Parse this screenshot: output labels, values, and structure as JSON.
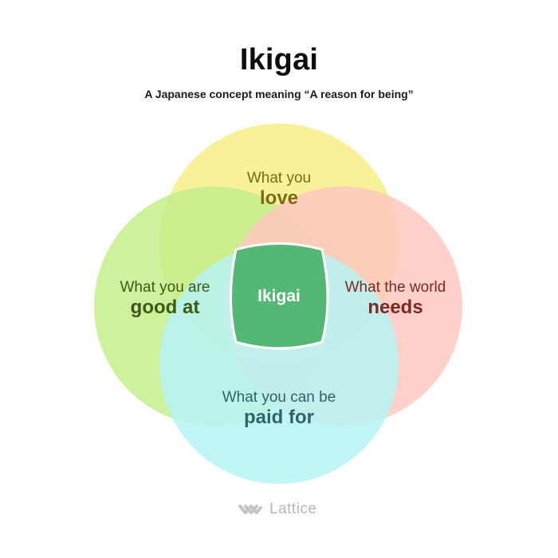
{
  "header": {
    "title": "Ikigai",
    "subtitle": "A Japanese concept meaning “A reason for being”"
  },
  "circles": {
    "love": {
      "line1": "What you",
      "line2": "love",
      "color": "#f7ee88",
      "text_color": "#7b6a12"
    },
    "good_at": {
      "line1": "What you are",
      "line2": "good at",
      "color": "#c6ef8d",
      "text_color": "#3b5a16"
    },
    "needs": {
      "line1": "What the world",
      "line2": "needs",
      "color": "#ffc9c0",
      "text_color": "#7a2a22"
    },
    "paid_for": {
      "line1": "What you can be",
      "line2": "paid for",
      "color": "#b7f5f4",
      "text_color": "#2f6468"
    }
  },
  "center": {
    "label": "Ikigai",
    "color": "#54b775"
  },
  "footer": {
    "brand": "Lattice",
    "brand_color": "#b8b8b8",
    "logo_icon": "lattice-logo-icon"
  }
}
